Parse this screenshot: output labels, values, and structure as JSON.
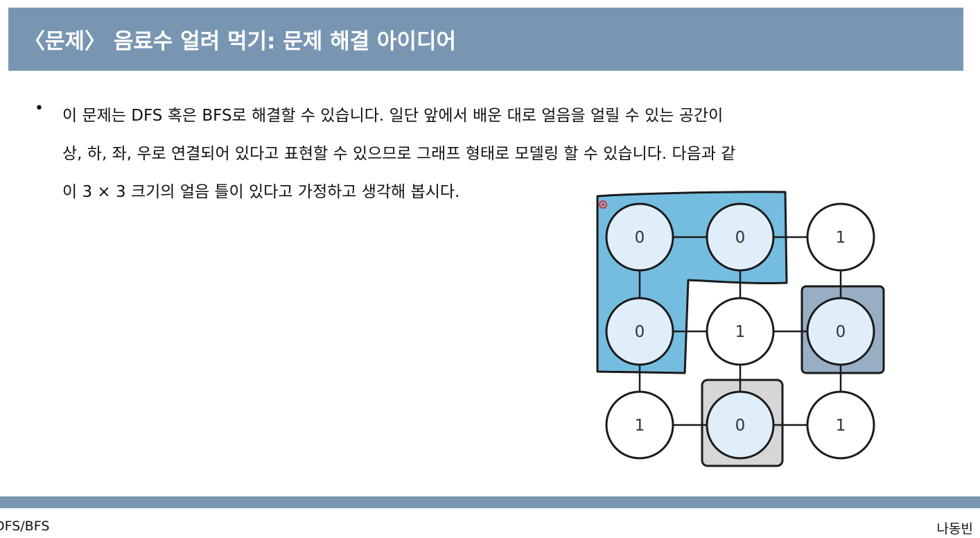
{
  "slide": {
    "title": "〈문제〉 음료수 얼려 먹기: 문제 해결 아이디어",
    "bullet_symbol": "•",
    "bullet_lines": [
      "이 문제는 DFS 혹은 BFS로 해결할 수 있습니다. 일단 앞에서 배운 대로 얼음을 얼릴 수 있는 공간이",
      "상, 하, 좌, 우로 연결되어 있다고 표현할 수 있으므로 그래프 형태로 모델링 할 수 있습니다. 다음과 같",
      "이 3 × 3 크기의 얼음 틀이 있다고 가정하고 생각해 봅시다."
    ]
  },
  "grid": {
    "values": [
      [
        "0",
        "0",
        "1"
      ],
      [
        "0",
        "1",
        "0"
      ],
      [
        "1",
        "0",
        "1"
      ]
    ],
    "colors": {
      "region_blue": "#74bde0",
      "region_slate": "#98aec4",
      "region_gray": "#d6d6d6",
      "node_zero_fill": "#e0eef9",
      "node_one_fill": "#ffffff",
      "stroke": "#1a1a1a",
      "pointer": "#e0302a"
    }
  },
  "footer": {
    "left": "DFS/BFS",
    "right": "나동빈"
  }
}
